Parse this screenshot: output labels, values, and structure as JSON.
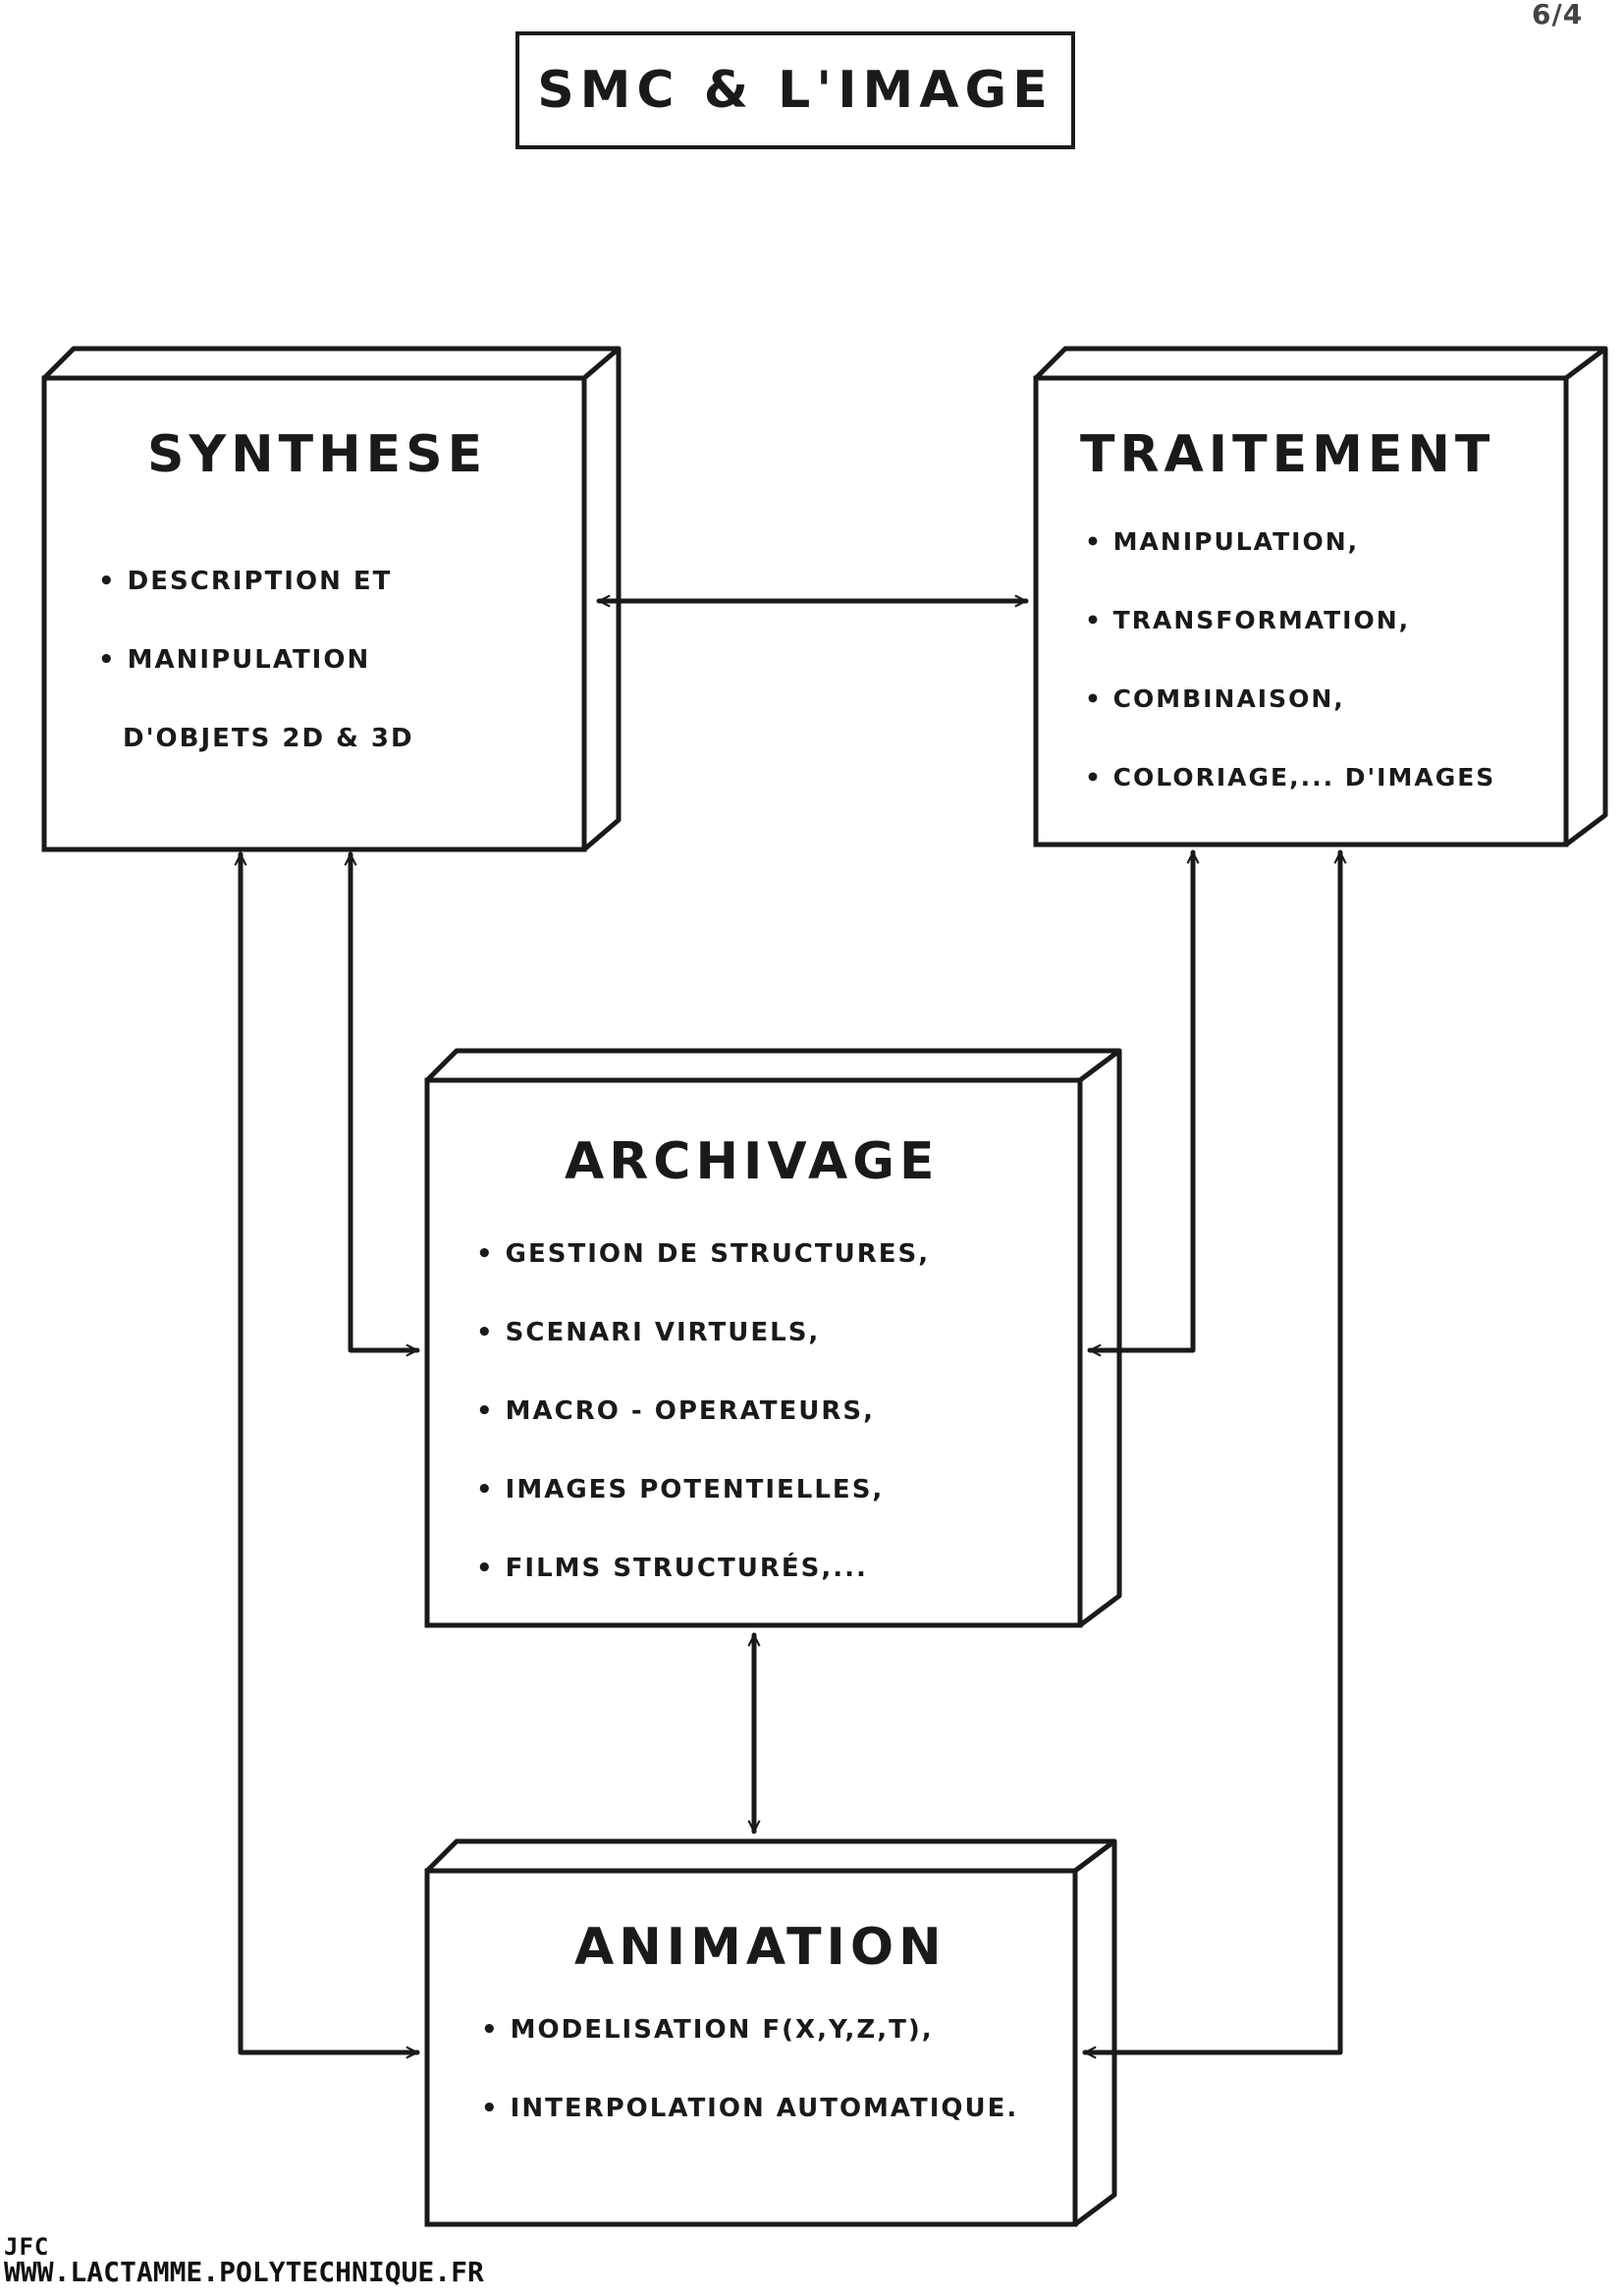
{
  "page_number": "6/4",
  "title": "SMC & L'IMAGE",
  "boxes": {
    "synthese": {
      "title": "SYNTHESE",
      "items": [
        "• DESCRIPTION   ET",
        "• MANIPULATION",
        "D'OBJETS  2D & 3D"
      ]
    },
    "traitement": {
      "title": "TRAITEMENT",
      "items": [
        "• MANIPULATION,",
        "• TRANSFORMATION,",
        "• COMBINAISON,",
        "• COLORIAGE,... D'IMAGES"
      ]
    },
    "archivage": {
      "title": "ARCHIVAGE",
      "items": [
        "• GESTION  DE  STRUCTURES,",
        "• SCENARI   VIRTUELS,",
        "• MACRO - OPERATEURS,",
        "• IMAGES  POTENTIELLES,",
        "• FILMS   STRUCTURÉS,..."
      ]
    },
    "animation": {
      "title": "ANIMATION",
      "items": [
        "• MODELISATION  F(X,Y,Z,T),",
        "• INTERPOLATION  AUTOMATIQUE."
      ]
    }
  },
  "footer": {
    "initials": "JFC",
    "site": "WWW.LACTAMME.POLYTECHNIQUE.FR"
  }
}
